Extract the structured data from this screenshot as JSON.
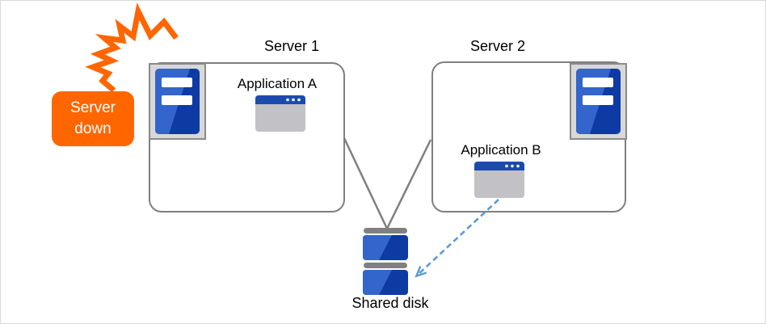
{
  "diagram": {
    "server1": {
      "label": "Server 1",
      "app_label": "Application A"
    },
    "server2": {
      "label": "Server 2",
      "app_label": "Application B"
    },
    "shared_disk": {
      "label": "Shared disk"
    },
    "alert": {
      "line1": "Server",
      "line2": "down"
    },
    "icons": [
      "server-rack-icon",
      "app-window-icon",
      "disk-stack-icon",
      "crash-flash-icon",
      "dashed-access-arrow"
    ],
    "colors": {
      "alert_orange": "#FF6600",
      "device_blue_light": "#3465CD",
      "device_blue_dark": "#0E3AA4",
      "window_title_blue": "#1C4BAE",
      "window_body_gray": "#C2C2C6",
      "connector_gray": "#7F7F7F",
      "frame_gray": "#D8D8D8",
      "arrow_blue": "#5B9BD5"
    }
  }
}
